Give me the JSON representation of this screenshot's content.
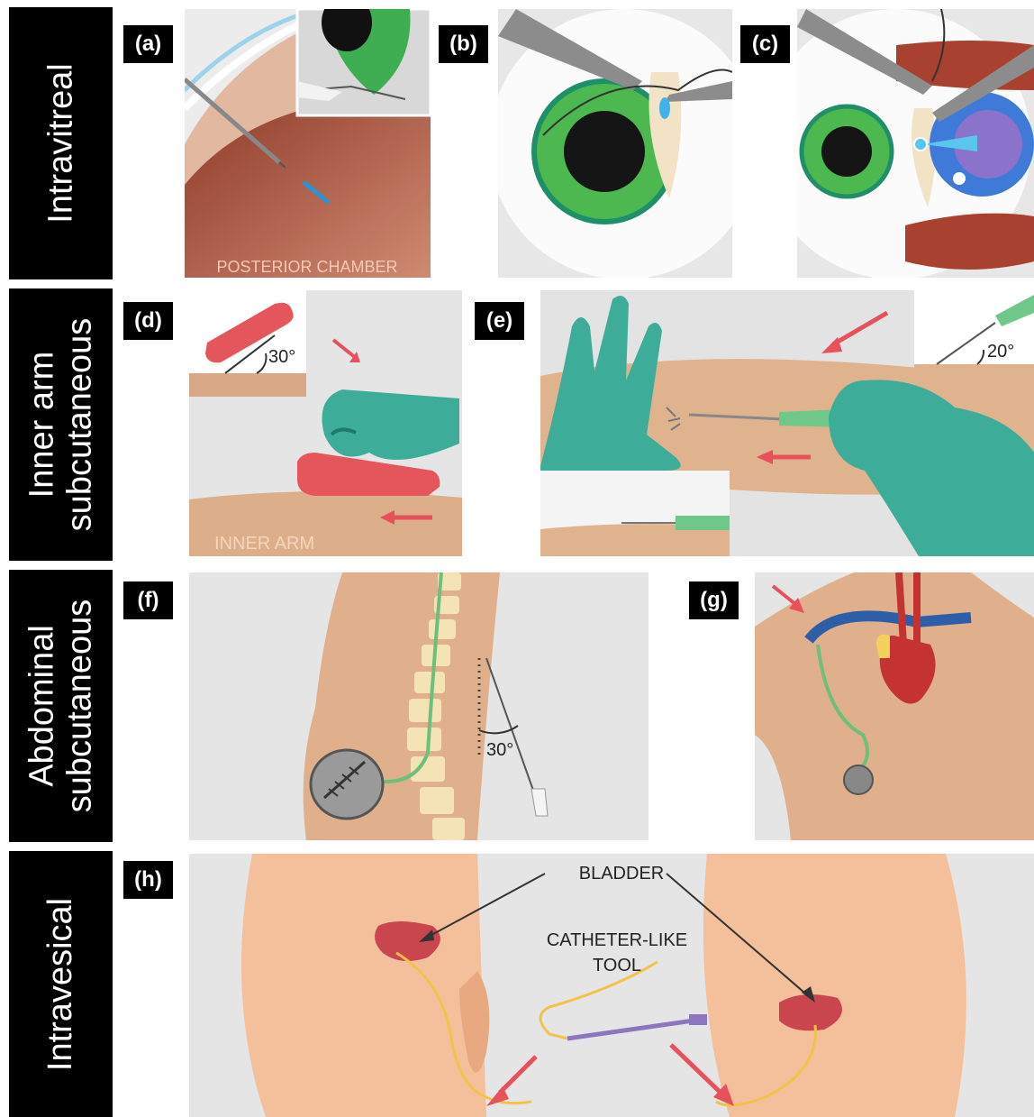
{
  "rows": [
    {
      "label_lines": [
        "Intravitreal"
      ]
    },
    {
      "label_lines": [
        "Inner arm",
        "subcutaneous"
      ]
    },
    {
      "label_lines": [
        "Abdominal",
        "subcutaneous"
      ]
    },
    {
      "label_lines": [
        "Intravesical"
      ]
    }
  ],
  "tags": {
    "a": "(a)",
    "b": "(b)",
    "c": "(c)",
    "d": "(d)",
    "e": "(e)",
    "f": "(f)",
    "g": "(g)",
    "h": "(h)"
  },
  "annotations": {
    "posterior_chamber": "POSTERIOR CHAMBER",
    "angle_d": "30°",
    "inner_arm": "INNER ARM",
    "angle_e": "20°",
    "angle_f": "30°",
    "bladder": "BLADDER",
    "catheter_line1": "CATHETER-LIKE",
    "catheter_line2": "TOOL"
  },
  "colors": {
    "label_bg": "#000000",
    "panel_bg": "#e5e5e5",
    "skin": "#e7b792",
    "tissue": "#a8503a",
    "glove": "#3dad9a",
    "implant_red": "#e5565c",
    "arrow_red": "#e8505b",
    "iris_green": "#3aa85a",
    "bladder_red": "#c9464f"
  }
}
